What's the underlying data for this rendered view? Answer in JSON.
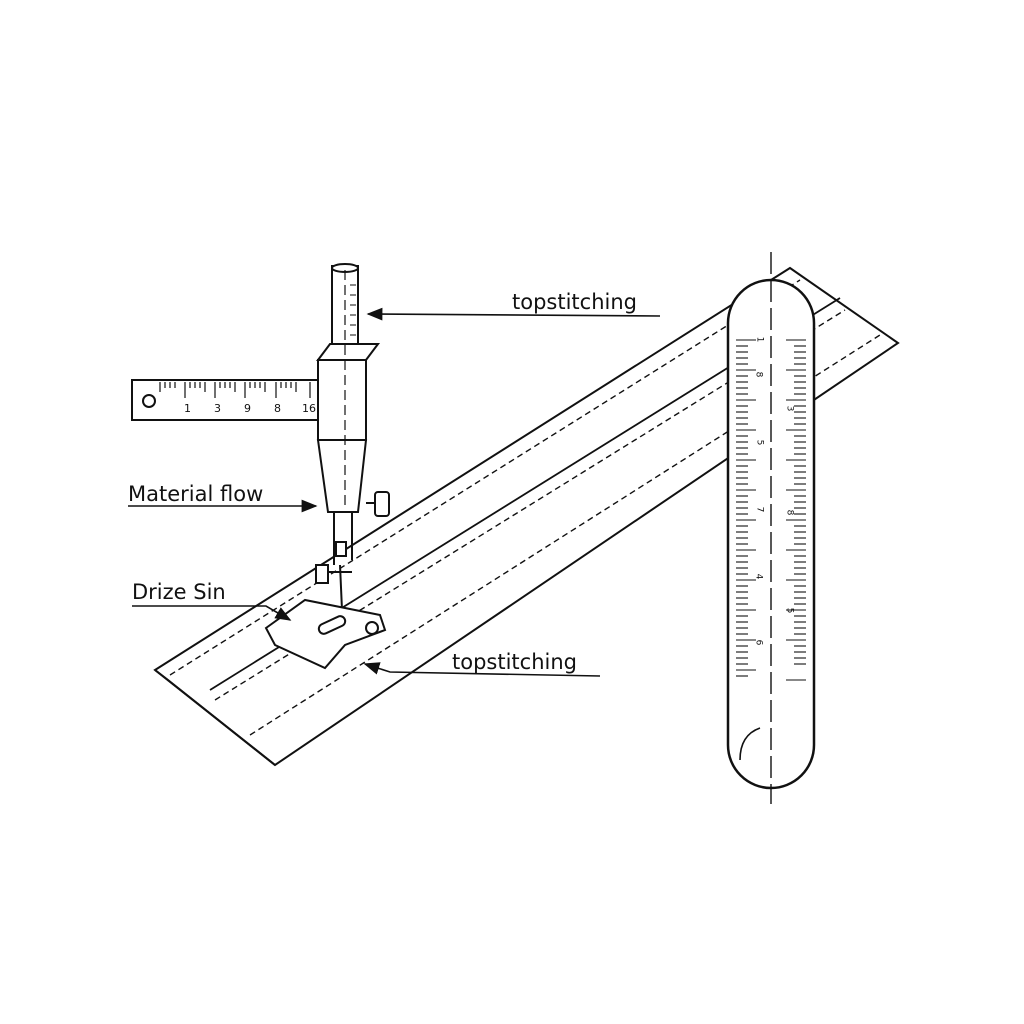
{
  "labels": {
    "topstitching_top": "topstitching",
    "material_flow": "Material flow",
    "drize_sin": "Drize Sin",
    "topstitching_bottom": "topstitching"
  },
  "horizontal_ruler": {
    "ticks": [
      "1",
      "3",
      "9",
      "8",
      "16"
    ]
  },
  "vertical_ruler": {
    "left_ticks": [
      "1",
      "8",
      "5",
      "7",
      "4",
      "6"
    ],
    "right_ticks": [
      "3",
      "8",
      "5"
    ]
  },
  "colors": {
    "ink": "#111111",
    "background": "#ffffff"
  }
}
